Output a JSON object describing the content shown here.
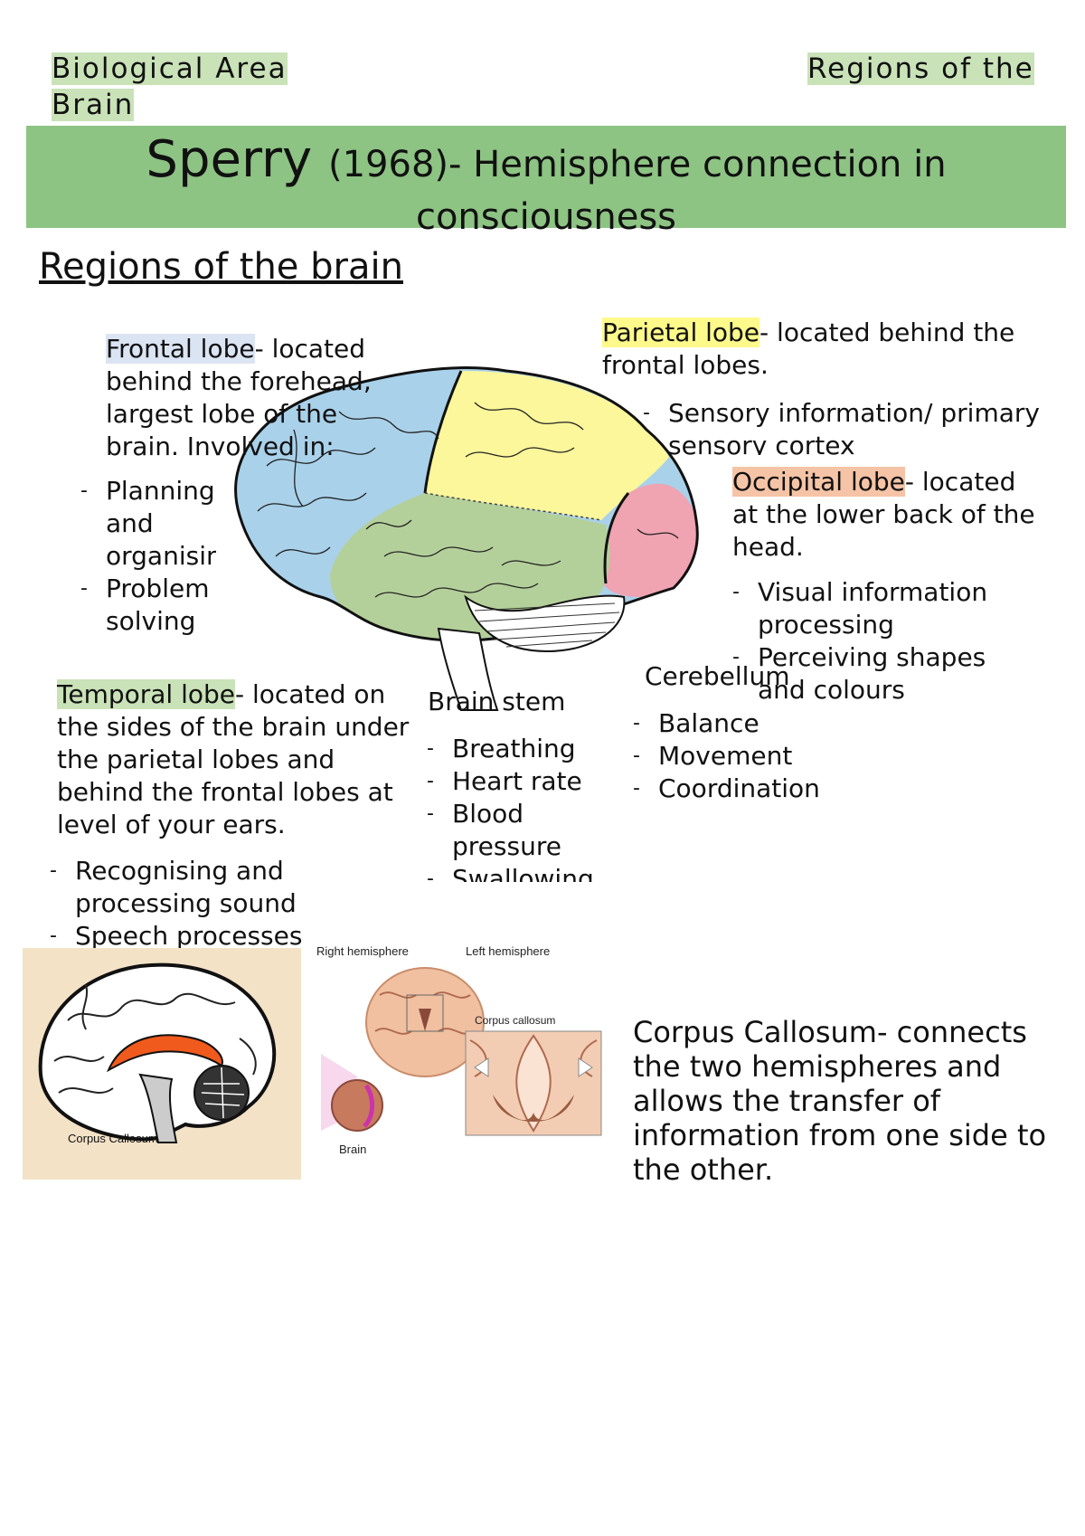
{
  "header": {
    "left_line1": "Biological Area",
    "left_line2": "Brain",
    "right": "Regions of the"
  },
  "title": {
    "name": "Sperry",
    "year": "(1968)-",
    "topic": " Hemisphere connection in",
    "topic_line2": "consciousness"
  },
  "section_heading": "Regions of the brain",
  "frontal": {
    "label": "Frontal lobe",
    "desc": "- located behind the forehead, largest lobe of the brain. Involved in:",
    "items": [
      "Planning and organising",
      "Problem solving"
    ]
  },
  "parietal": {
    "label": "Parietal lobe",
    "desc": "- located behind the frontal lobes.",
    "items": [
      "Sensory information/ primary sensory cortex"
    ]
  },
  "occipital": {
    "label": "Occipital lobe",
    "desc": "- located at the lower back of the head.",
    "items": [
      "Visual information processing",
      "Perceiving shapes and colours"
    ]
  },
  "temporal": {
    "label": "Temporal lobe",
    "desc": "- located on the sides of the brain under the parietal lobes and behind the frontal lobes at level of your ears.",
    "items": [
      "Recognising and processing sound",
      "Speech processes"
    ]
  },
  "brain_stem": {
    "label": "Brain stem",
    "items": [
      "Breathing",
      "Heart rate",
      "Blood pressure",
      "Swallowing"
    ]
  },
  "cerebellum": {
    "label": "Cerebellum",
    "items": [
      "Balance",
      "Movement",
      "Coordination"
    ]
  },
  "figure_left": {
    "caption": "Corpus Callosum"
  },
  "figure_right": {
    "right_hemisphere": "Right hemisphere",
    "left_hemisphere": "Left hemisphere",
    "corpus_callosum": "Corpus callosum",
    "brain": "Brain"
  },
  "corpus_callosum_text": "Corpus Callosum-  connects the two hemispheres and allows the transfer of information from one side to the other.",
  "colors": {
    "title_band": "#8dc383",
    "frontal": "#a9d1ea",
    "parietal": "#fbf79a",
    "temporal": "#b4d09a",
    "occipital": "#f0a3b1",
    "corpus_callosum": "#f05a1c"
  }
}
